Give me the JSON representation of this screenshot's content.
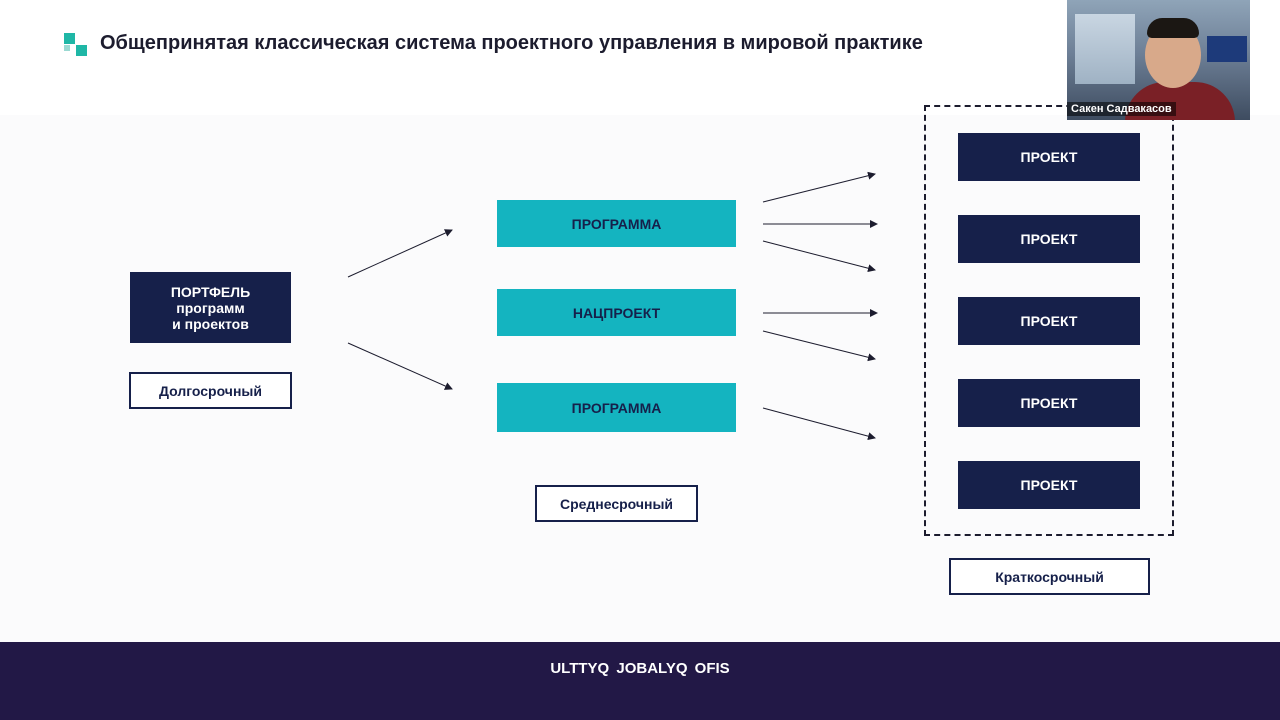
{
  "header": {
    "title": "Общепринятая классическая система  проектного управления в мировой практике"
  },
  "diagram": {
    "portfolio": {
      "line1": "ПОРТФЕЛЬ",
      "line2": "программ",
      "line3": "и проектов"
    },
    "middle": [
      {
        "label": "ПРОГРАММА"
      },
      {
        "label": "НАЦПРОЕКТ"
      },
      {
        "label": "ПРОГРАММА"
      }
    ],
    "projects": [
      {
        "label": "ПРОЕКТ"
      },
      {
        "label": "ПРОЕКТ"
      },
      {
        "label": "ПРОЕКТ"
      },
      {
        "label": "ПРОЕКТ"
      },
      {
        "label": "ПРОЕКТ"
      }
    ],
    "terms": {
      "long": "Долгосрочный",
      "medium": "Среднесрочный",
      "short": "Краткосрочный"
    }
  },
  "footer": {
    "text": "ULTTYQ  JOBALYQ  OFIS"
  },
  "video": {
    "participant_name": "Сакен Садвакасов"
  },
  "colors": {
    "navy": "#16204a",
    "teal": "#14b4c0",
    "footer": "#221846",
    "logo": "#1fb7a6"
  }
}
